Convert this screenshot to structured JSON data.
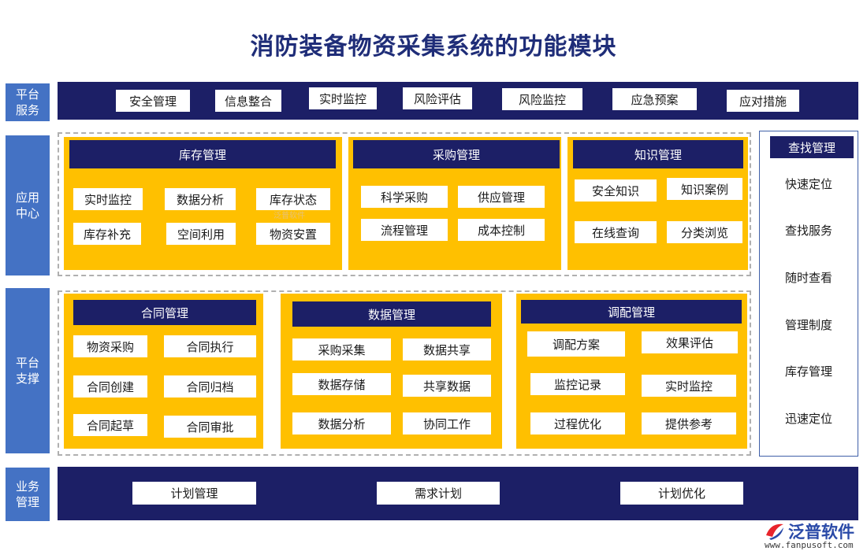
{
  "title": "消防装备物资采集系统的功能模块",
  "side_labels": {
    "platform_service": "平台\n服务",
    "app_center": "应用\n中心",
    "platform_support": "平台\n支撑",
    "business_mgmt": "业务\n管理"
  },
  "platform_service_items": [
    "安全管理",
    "信息整合",
    "实时监控",
    "风险评估",
    "风险监控",
    "应急预案",
    "应对措施"
  ],
  "app_center": {
    "inventory": {
      "title": "库存管理",
      "items": [
        "实时监控",
        "数据分析",
        "库存状态",
        "库存补充",
        "空间利用",
        "物资安置"
      ]
    },
    "purchase": {
      "title": "采购管理",
      "items": [
        "科学采购",
        "供应管理",
        "流程管理",
        "成本控制"
      ]
    },
    "knowledge": {
      "title": "知识管理",
      "items": [
        "安全知识",
        "知识案例",
        "在线查询",
        "分类浏览"
      ]
    }
  },
  "platform_support": {
    "contract": {
      "title": "合同管理",
      "items": [
        "物资采购",
        "合同执行",
        "合同创建",
        "合同归档",
        "合同起草",
        "合同审批"
      ]
    },
    "data": {
      "title": "数据管理",
      "items": [
        "采购采集",
        "数据共享",
        "数据存储",
        "共享数据",
        "数据分析",
        "协同工作"
      ]
    },
    "dispatch": {
      "title": "调配管理",
      "items": [
        "调配方案",
        "效果评估",
        "监控记录",
        "实时监控",
        "过程优化",
        "提供参考"
      ]
    }
  },
  "search_panel": {
    "title": "查找管理",
    "items": [
      "快速定位",
      "查找服务",
      "随时查看",
      "管理制度",
      "库存管理",
      "迅速定位"
    ]
  },
  "business_items": [
    "计划管理",
    "需求计划",
    "计划优化"
  ],
  "watermark": "泛普软件",
  "logo": {
    "name": "泛普软件",
    "url": "www.fanpusoft.com"
  },
  "colors": {
    "navy": "#1c1f66",
    "side_blue": "#4472c4",
    "yellow": "#ffc000",
    "title": "#1f2d78"
  }
}
